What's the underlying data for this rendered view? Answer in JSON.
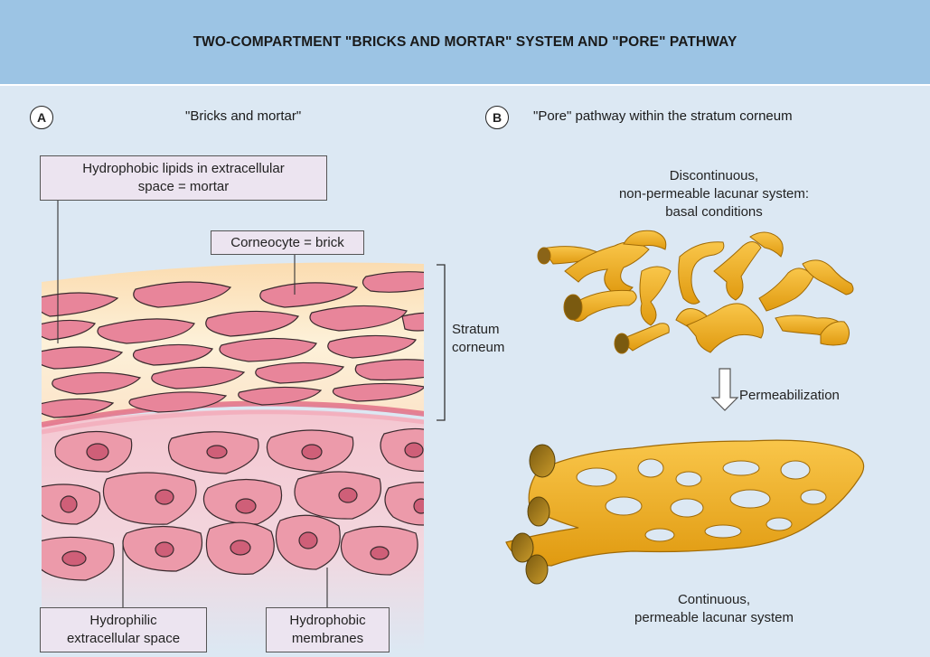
{
  "title": "TWO-COMPARTMENT \"BRICKS AND MORTAR\" SYSTEM AND \"PORE\" PATHWAY",
  "panel_a": {
    "letter": "A",
    "title": "\"Bricks and mortar\"",
    "label_mortar_line1": "Hydrophobic lipids in extracellular",
    "label_mortar_line2": "space = mortar",
    "label_brick": "Corneocyte = brick",
    "label_stratum_line1": "Stratum",
    "label_stratum_line2": "corneum",
    "label_hydrophilic_line1": "Hydrophilic",
    "label_hydrophilic_line2": "extracellular space",
    "label_membranes_line1": "Hydrophobic",
    "label_membranes_line2": "membranes"
  },
  "panel_b": {
    "letter": "B",
    "title": "\"Pore\" pathway within the stratum corneum",
    "top_line1": "Discontinuous,",
    "top_line2": "non-permeable lacunar system:",
    "top_line3": "basal conditions",
    "arrow_label": "Permeabilization",
    "bottom_line1": "Continuous,",
    "bottom_line2": "permeable lacunar system"
  },
  "colors": {
    "background": "#dce8f3",
    "title_bar": "#9cc4e4",
    "corneocyte": "#e8859a",
    "mortar": "#fdf0d8",
    "living_cell": "#ec9aaa",
    "nucleus": "#cf5f78",
    "pore": "#f2ac19",
    "label_box": "#ece4f0"
  }
}
